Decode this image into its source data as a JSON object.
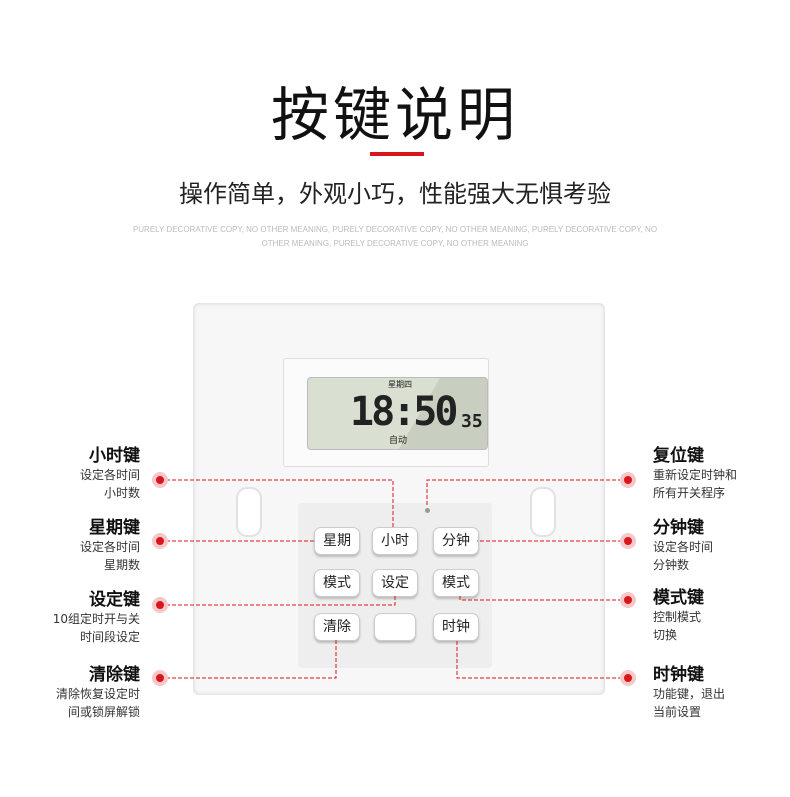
{
  "header": {
    "title": "按键说明",
    "subtitle": "操作简单，外观小巧，性能强大无惧考验",
    "decorative": "PURELY DECORATIVE COPY, NO OTHER MEANING, PURELY DECORATIVE COPY, NO OTHER MEANING, PURELY DECORATIVE COPY, NO OTHER MEANING, PURELY DECORATIVE COPY, NO OTHER MEANING"
  },
  "display": {
    "weekday": "星期四",
    "time": "18:50",
    "seconds": "35",
    "mode": "自动"
  },
  "buttons": {
    "week": "星期",
    "hour": "小时",
    "minute": "分钟",
    "mode1": "模式",
    "set": "设定",
    "mode2": "模式",
    "clear": "清除",
    "clock": "时钟"
  },
  "callouts": {
    "hour": {
      "title": "小时键",
      "desc1": "设定各时间",
      "desc2": "小时数"
    },
    "week": {
      "title": "星期键",
      "desc1": "设定各时间",
      "desc2": "星期数"
    },
    "set": {
      "title": "设定键",
      "desc1": "10组定时开与关",
      "desc2": "时间段设定"
    },
    "clear": {
      "title": "清除键",
      "desc1": "清除恢复设定时",
      "desc2": "间或锁屏解锁"
    },
    "reset": {
      "title": "复位键",
      "desc1": "重新设定时钟和",
      "desc2": "所有开关程序"
    },
    "minute": {
      "title": "分钟键",
      "desc1": "设定各时间",
      "desc2": "分钟数"
    },
    "mode": {
      "title": "模式键",
      "desc1": "控制模式",
      "desc2": "切换"
    },
    "clock": {
      "title": "时钟键",
      "desc1": "功能键，退出",
      "desc2": "当前设置"
    }
  },
  "colors": {
    "accent": "#d9161c"
  }
}
